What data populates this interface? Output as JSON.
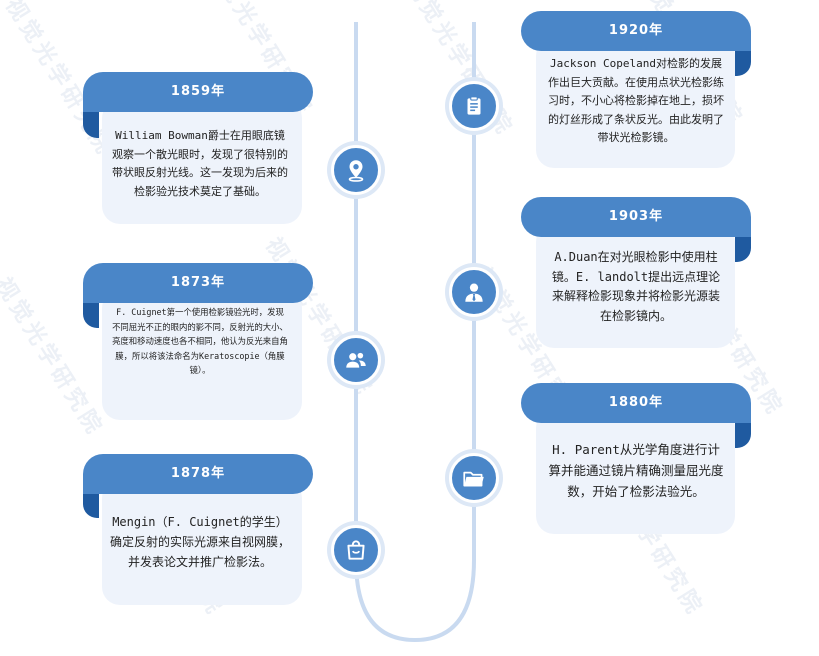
{
  "events": [
    {
      "year": "1859年",
      "text": "William Bowman爵士在用眼底镜观察一个散光眼时，发现了很特别的带状眼反射光线。这一发现为后来的检影验光技术莫定了基础。"
    },
    {
      "year": "1873年",
      "text": "F. Cuignet第一个使用检影镜验光时，发现不同屈光不正的眼内的影不同，反射光的大小、亮度和移动速度也各不相同，他认为反光来自角膜，所以将该法命名为Keratoscopie（角膜镜）。"
    },
    {
      "year": "1878年",
      "text": "Mengin（F. Cuignet的学生）确定反射的实际光源来自视网膜，并发表论文并推广检影法。"
    },
    {
      "year": "1920年",
      "text": "Jackson Copeland对检影的发展作出巨大贡献。在使用点状光检影练习时，不小心将检影掉在地上，损坏的灯丝形成了条状反光。由此发明了带状光检影镜。"
    },
    {
      "year": "1903年",
      "text": "A.Duan在对光眼检影中使用柱镜。E. landolt提出远点理论来解释检影现象并将检影光源装在检影镜内。"
    },
    {
      "year": "1880年",
      "text": "H. Parent从光学角度进行计算并能通过镜片精确测量屈光度数，开始了检影法验光。"
    }
  ],
  "icons": [
    "location-pin-icon",
    "users-icon",
    "shopping-bag-icon",
    "clipboard-icon",
    "user-tie-icon",
    "folder-icon"
  ],
  "watermark": "视觉光学研究院",
  "colors": {
    "accent": "#4a86c8",
    "accent_dark": "#1f5aa0",
    "card_bg": "#eef3fb",
    "track": "#c9daf0"
  }
}
